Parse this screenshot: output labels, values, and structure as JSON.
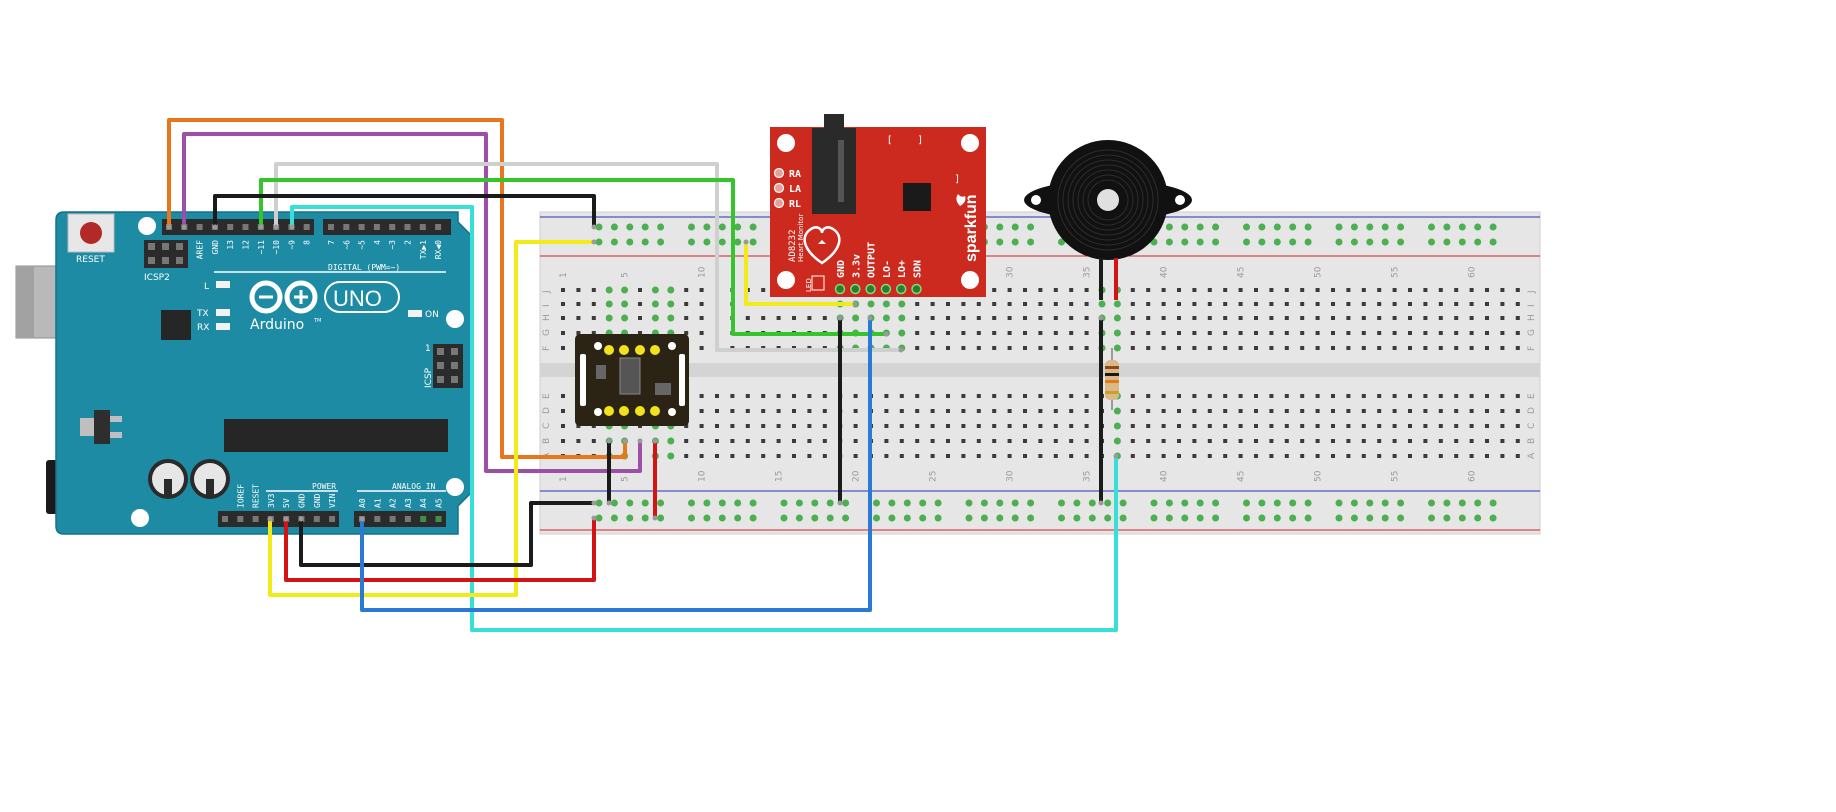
{
  "arduino": {
    "brand": "Arduino",
    "model": "UNO",
    "trademark": "TM",
    "reset_label": "RESET",
    "icsp2_label": "ICSP2",
    "icsp_label": "ICSP",
    "icsp_pin1": "1",
    "digital_label": "DIGITAL (PWM=~)",
    "power_label": "POWER",
    "analog_label": "ANALOG IN",
    "led_l": "L",
    "led_tx": "TX",
    "led_rx": "RX",
    "led_on": "ON",
    "top_header_pins": [
      "AREF",
      "GND",
      "13",
      "12",
      "~11",
      "~10",
      "~9",
      "8"
    ],
    "top_header_pins2": [
      "7",
      "~6",
      "~5",
      "4",
      "~3",
      "2",
      "TX▶1",
      "RX◀0"
    ],
    "power_pins": [
      "IOREF",
      "RESET",
      "3V3",
      "5V",
      "GND",
      "GND",
      "VIN"
    ],
    "analog_pins": [
      "A0",
      "A1",
      "A2",
      "A3",
      "A4",
      "A5"
    ],
    "colors": {
      "board": "#1d8ba3",
      "board_dark": "#16708a",
      "header": "#2b2b2b"
    }
  },
  "ecg_module": {
    "brand": "sparkfun",
    "chip_name": "AD8232",
    "subtitle": "Heart Monitor",
    "electrodes": [
      "RA",
      "LA",
      "RL"
    ],
    "pins": [
      "GND",
      "3.3v",
      "OUTPUT",
      "LO-",
      "LO+",
      "SDN"
    ],
    "led_label": "LED",
    "color": "#cc2a1e"
  },
  "breadboard": {
    "row_letters_top": [
      "J",
      "I",
      "H",
      "G",
      "F"
    ],
    "row_letters_bottom": [
      "E",
      "D",
      "C",
      "B",
      "A"
    ],
    "column_numbers": [
      "1",
      "5",
      "10",
      "15",
      "20",
      "25",
      "30",
      "35",
      "40",
      "45",
      "50",
      "55",
      "60"
    ],
    "colors": {
      "body": "#e6e6e6",
      "hole": "#3b3b3b",
      "connected": "#4caf50",
      "rail_red": "#d62020",
      "rail_blue": "#2233bb"
    }
  },
  "sensor_module": {
    "color": "#2b2414",
    "pad_color": "#f1e21b"
  },
  "buzzer": {
    "color": "#111111"
  },
  "wires": [
    {
      "name": "wire-orange",
      "color": "#e9761c"
    },
    {
      "name": "wire-purple",
      "color": "#9b4fa6"
    },
    {
      "name": "wire-white",
      "color": "#cfcfcf"
    },
    {
      "name": "wire-green",
      "color": "#35c42a"
    },
    {
      "name": "wire-black",
      "color": "#1b1b1b"
    },
    {
      "name": "wire-cyan",
      "color": "#36e0d8"
    },
    {
      "name": "wire-yellow",
      "color": "#f2ea19"
    },
    {
      "name": "wire-red",
      "color": "#d31414"
    },
    {
      "name": "wire-blue",
      "color": "#2a79d4"
    }
  ]
}
